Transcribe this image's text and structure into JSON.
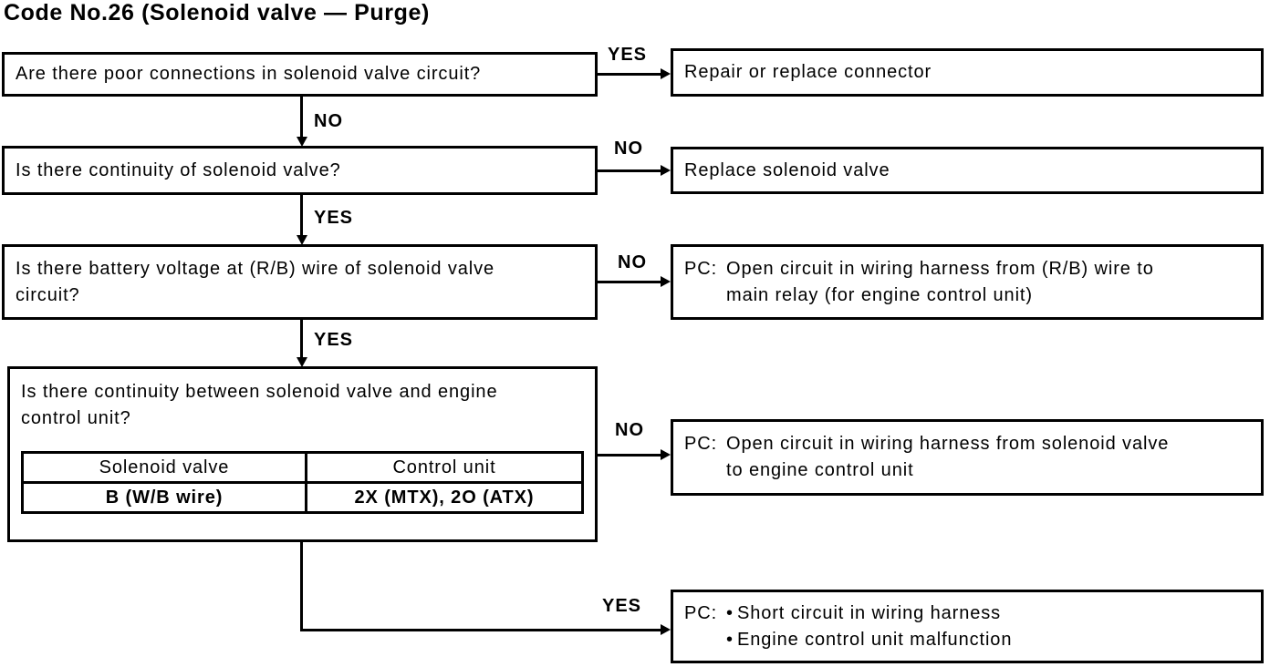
{
  "title": "Code No.26 (Solenoid valve — Purge)",
  "colors": {
    "ink": "#000000",
    "paper": "#ffffff"
  },
  "steps": [
    {
      "question": "Are there poor connections in solenoid valve circuit?",
      "side_label": "YES",
      "action": "Repair or replace connector",
      "down_label": "NO"
    },
    {
      "question": "Is there continuity of solenoid valve?",
      "side_label": "NO",
      "action": "Replace solenoid valve",
      "down_label": "YES"
    },
    {
      "question_lines": [
        "Is there battery voltage at (R/B) wire of solenoid valve",
        "circuit?"
      ],
      "side_label": "NO",
      "action_prefix": "PC:",
      "action_lines": [
        "Open circuit in wiring harness from (R/B) wire to",
        "main relay (for engine control unit)"
      ],
      "down_label": "YES"
    },
    {
      "question_lines": [
        "Is there continuity between solenoid valve and engine",
        "control unit?"
      ],
      "side_label": "NO",
      "action_prefix": "PC:",
      "action_lines": [
        "Open circuit in wiring harness from solenoid valve",
        "to engine control unit"
      ],
      "table": {
        "headers": [
          "Solenoid valve",
          "Control unit"
        ],
        "rows": [
          [
            "B (W/B wire)",
            "2X (MTX), 2O (ATX)"
          ]
        ]
      }
    },
    {
      "side_label": "YES",
      "action_prefix": "PC:",
      "bullet": "•",
      "action_bullets": [
        "Short circuit in wiring harness",
        "Engine control unit malfunction"
      ]
    }
  ]
}
